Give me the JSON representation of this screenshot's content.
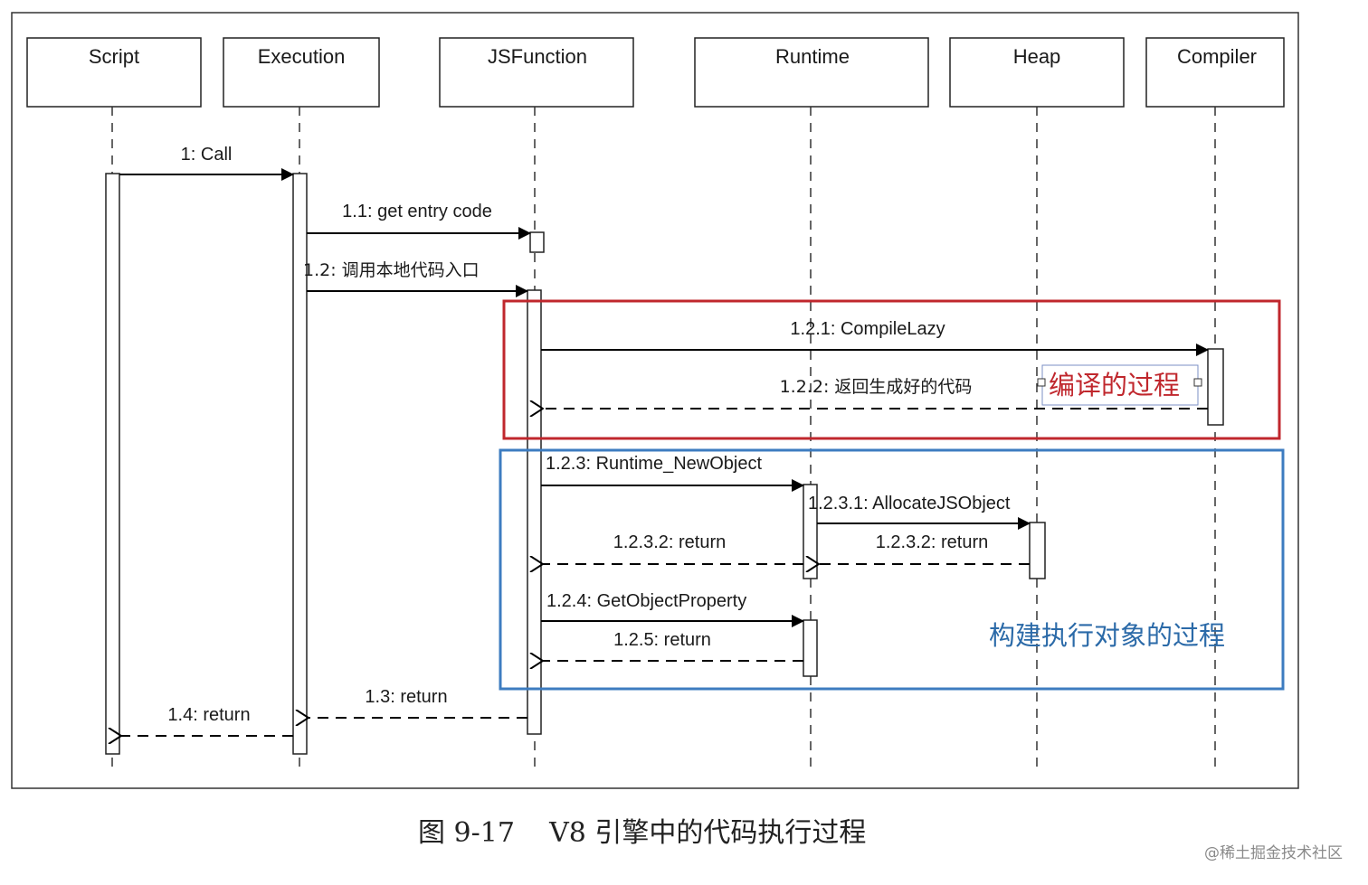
{
  "participants": [
    {
      "id": "script",
      "label": "Script"
    },
    {
      "id": "execution",
      "label": "Execution"
    },
    {
      "id": "jsfunction",
      "label": "JSFunction"
    },
    {
      "id": "runtime",
      "label": "Runtime"
    },
    {
      "id": "heap",
      "label": "Heap"
    },
    {
      "id": "compiler",
      "label": "Compiler"
    }
  ],
  "messages": [
    {
      "id": "m1",
      "label": "1: Call",
      "from": "script",
      "to": "execution",
      "kind": "call"
    },
    {
      "id": "m11",
      "label": "1.1: get entry code",
      "from": "execution",
      "to": "jsfunction",
      "kind": "call"
    },
    {
      "id": "m12",
      "label": "1.2: 调用本地代码入口",
      "from": "execution",
      "to": "jsfunction",
      "kind": "call"
    },
    {
      "id": "m121",
      "label": "1.2.1: CompileLazy",
      "from": "jsfunction",
      "to": "compiler",
      "kind": "call"
    },
    {
      "id": "m122",
      "label": "1.2.2: 返回生成好的代码",
      "from": "compiler",
      "to": "jsfunction",
      "kind": "return"
    },
    {
      "id": "m123",
      "label": "1.2.3: Runtime_NewObject",
      "from": "jsfunction",
      "to": "runtime",
      "kind": "call"
    },
    {
      "id": "m1231",
      "label": "1.2.3.1: AllocateJSObject",
      "from": "runtime",
      "to": "heap",
      "kind": "call"
    },
    {
      "id": "m1232a",
      "label": "1.2.3.2: return",
      "from": "heap",
      "to": "runtime",
      "kind": "return"
    },
    {
      "id": "m1232b",
      "label": "1.2.3.2: return",
      "from": "runtime",
      "to": "jsfunction",
      "kind": "return"
    },
    {
      "id": "m124",
      "label": "1.2.4: GetObjectProperty",
      "from": "jsfunction",
      "to": "runtime",
      "kind": "call"
    },
    {
      "id": "m125",
      "label": "1.2.5: return",
      "from": "runtime",
      "to": "jsfunction",
      "kind": "return"
    },
    {
      "id": "m13",
      "label": "1.3: return",
      "from": "jsfunction",
      "to": "execution",
      "kind": "return"
    },
    {
      "id": "m14",
      "label": "1.4: return",
      "from": "execution",
      "to": "script",
      "kind": "return"
    }
  ],
  "annotations": {
    "compile_note": "编译的过程",
    "compile_color": "#c0272d",
    "build_note": "构建执行对象的过程",
    "build_color": "#2b6aa8"
  },
  "caption": "图 9-17    V8 引擎中的代码执行过程",
  "watermark": "@稀土掘金技术社区"
}
